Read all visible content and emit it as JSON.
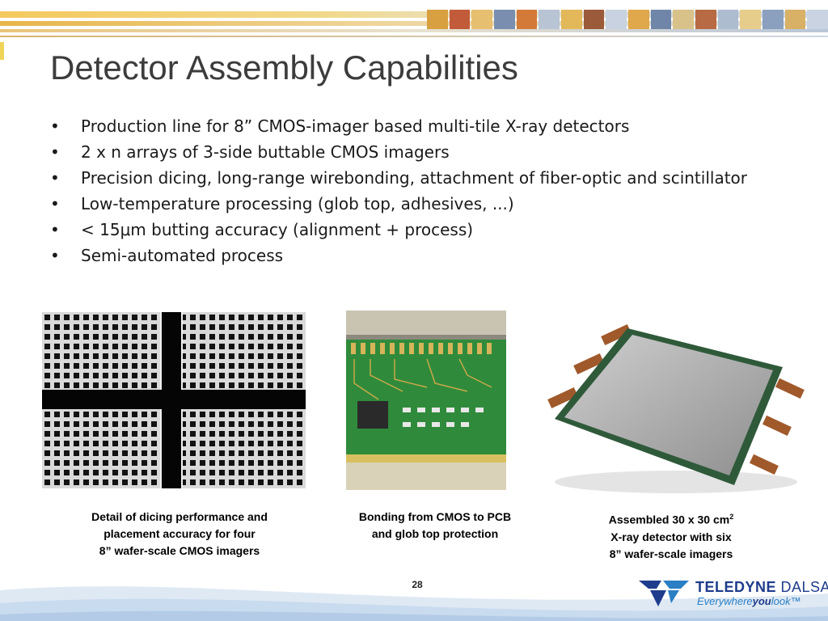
{
  "slide": {
    "title": "Detector Assembly Capabilities",
    "bullets": [
      {
        "marker": "•",
        "text": "Production line for 8” CMOS-imager based multi-tile X-ray detectors"
      },
      {
        "marker": "•",
        "text": "2 x n arrays of 3-side buttable CMOS imagers"
      },
      {
        "marker": "•",
        "text": "Precision dicing, long-range wirebonding, attachment of fiber-optic and scintillator"
      },
      {
        "marker": "•",
        "text": "Low-temperature processing (glob top, adhesives, ...)"
      },
      {
        "marker": "•",
        "text": "< 15μm butting accuracy (alignment + process)"
      },
      {
        "marker": "•",
        "text": "Semi-automated process"
      }
    ],
    "captions": {
      "dicing": {
        "line1": "Detail of  dicing performance  and",
        "line2": "placement accuracy for four",
        "line3": "8” wafer-scale CMOS imagers"
      },
      "bonding": {
        "line1": "Bonding from CMOS to PCB",
        "line2": "and glob top protection"
      },
      "assembled": {
        "line1": "Assembled 30 x 30 cm",
        "line1_sup": "2",
        "line2": "X-ray detector with six",
        "line3": "8” wafer-scale imagers"
      }
    },
    "page_number": "28"
  },
  "logo": {
    "brand": "TELEDYNE",
    "sub_brand": "DALSA",
    "tagline_pre": "Everywhere",
    "tagline_bold": "you",
    "tagline_post": "look",
    "tagline_mark": "™"
  },
  "colors": {
    "title": "#3c3c3c",
    "brand_blue": "#1f3c8c",
    "tagline_blue": "#2b7fc4",
    "pcb_green": "#2e8a3a"
  }
}
